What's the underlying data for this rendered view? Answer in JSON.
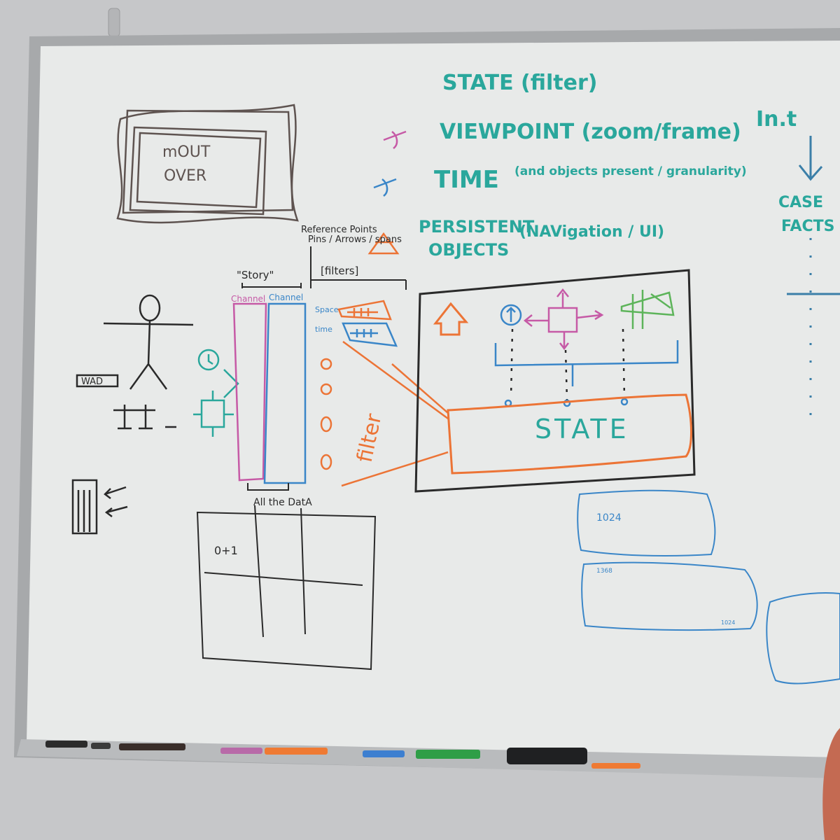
{
  "colors": {
    "wall": "#c8c9cb",
    "frame": "#a9abad",
    "board": "#e9ebea",
    "teal": "#2aa79c",
    "pink": "#c65aa6",
    "blue": "#3a86c8",
    "orange": "#ec7436",
    "green": "#5db45a",
    "black": "#2a2a2a",
    "brown": "#5e5350"
  },
  "notes": {
    "state_filter": "STATE (filter)",
    "viewpoint": "VIEWPOINT (zoom/frame)",
    "time": "TIME",
    "time_note": "(and objects present / granularity)",
    "persistent_1": "PERSISTENT",
    "persistent_2": "OBJECTS",
    "persistent_note": "(NAVigation / UI)",
    "right_init": "In.t",
    "right_case": "CASE",
    "right_facts": "FACTS"
  },
  "left": {
    "mouseover_1": "mOUT",
    "mouseover_2": "OVER",
    "wad": "WAD",
    "reference_1": "Reference Points",
    "reference_2": "Pins / Arrows / spans",
    "story": "\"Story\"",
    "filters": "[filters]",
    "channel_1": "Channel",
    "channel_2": "Channel",
    "space": "Space",
    "time": "time",
    "filter_word": "filter",
    "all_data": "All the DatA",
    "grid_label": "0+1"
  },
  "diagram": {
    "state_box": "STATE"
  },
  "boxes": {
    "box_1": "1024",
    "box_2": "1368",
    "box_2_tick": "1024"
  }
}
